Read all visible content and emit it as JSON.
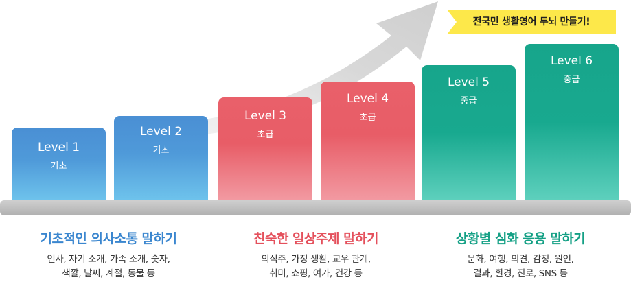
{
  "banner": {
    "text": "전국민 생활영어 두뇌 만들기!"
  },
  "levels": [
    {
      "label": "Level 1",
      "sub": "기초"
    },
    {
      "label": "Level 2",
      "sub": "기초"
    },
    {
      "label": "Level 3",
      "sub": "초급"
    },
    {
      "label": "Level 4",
      "sub": "초급"
    },
    {
      "label": "Level 5",
      "sub": "중급"
    },
    {
      "label": "Level 6",
      "sub": "중급"
    }
  ],
  "captions": [
    {
      "title": "기초적인 의사소통 말하기",
      "line1": "인사, 자기 소개, 가족 소개, 숫자,",
      "line2": "색깔, 날씨, 계절, 동물 등"
    },
    {
      "title": "친숙한 일상주제 말하기",
      "line1": "의식주, 가정 생활, 교우 관계,",
      "line2": "취미, 쇼핑, 여가, 건강 등"
    },
    {
      "title": "상황별 심화 응용 말하기",
      "line1": "문화, 여행, 의견, 감정, 원인,",
      "line2": "결과, 환경, 진로, SNS 등"
    }
  ],
  "colors": {
    "blue": "#4a8fd4",
    "red": "#e85d67",
    "green": "#17a58b",
    "banner": "#fde84a",
    "arrow": "#d9d9d9",
    "shelf": "#bdbdbd"
  }
}
